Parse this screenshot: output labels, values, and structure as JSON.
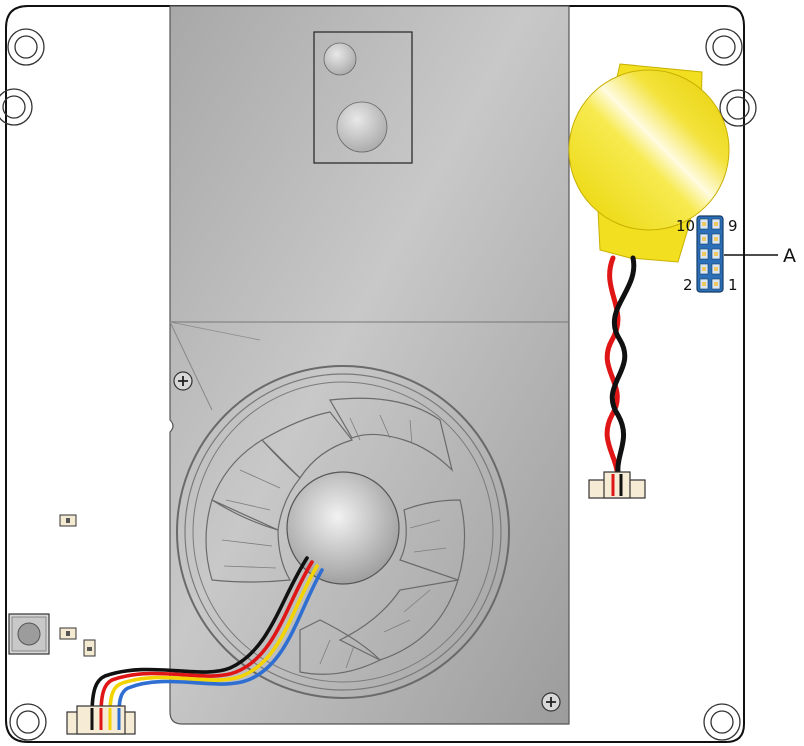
{
  "header_labels": {
    "pin_top_left": "10",
    "pin_top_right": "9",
    "pin_bottom_left": "2",
    "pin_bottom_right": "1"
  },
  "callout": {
    "letter": "A"
  },
  "colors": {
    "board_outline": "#000000",
    "heatsink": "#b9b9b9",
    "battery": "#f2e01c",
    "header_pin": "#2a6fb7",
    "wire_red": "#e01616",
    "wire_black": "#111111",
    "wire_yellow": "#f3d400",
    "wire_blue": "#2f6fd1"
  },
  "fan_wires": [
    "black",
    "red",
    "yellow",
    "blue"
  ],
  "battery_wires": [
    "red",
    "black"
  ]
}
